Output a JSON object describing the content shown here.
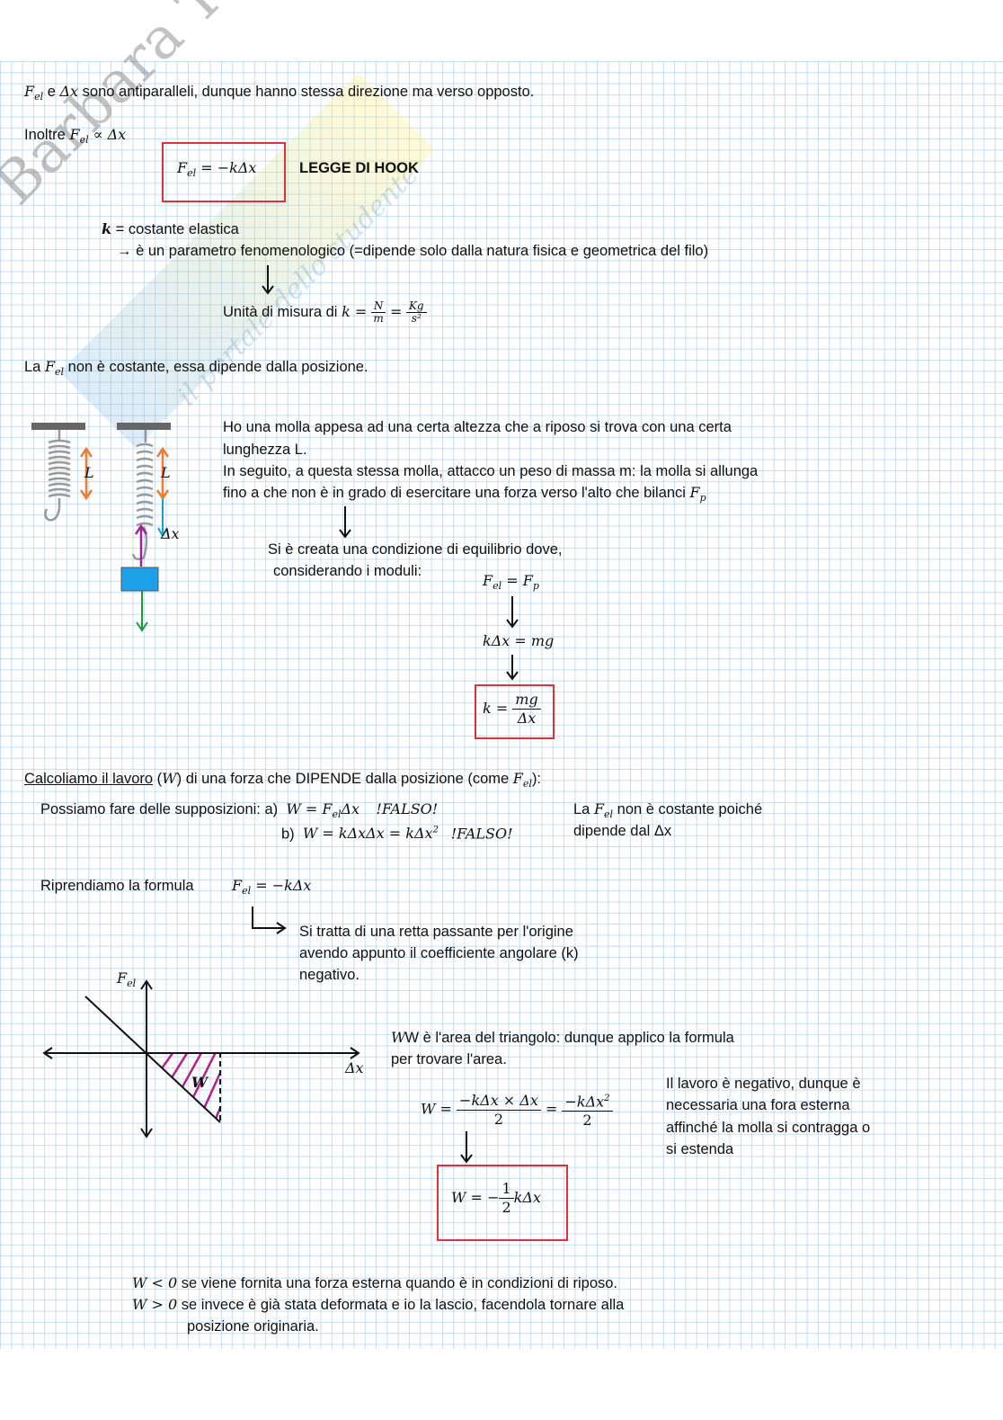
{
  "watermark": {
    "name": "Barbara Tornaghi",
    "sub": "il portale dello studente"
  },
  "line1": {
    "f": "F",
    "el": "el",
    "rest1": " e ",
    "dx": "Δx",
    "rest2": " sono antiparalleli, dunque hanno stessa direzione ma verso opposto."
  },
  "line2": {
    "pre": "Inoltre ",
    "f": "F",
    "el": "el",
    "rest": " ∝ Δx"
  },
  "hooke": {
    "f": "F",
    "el": "el",
    "eq": " = −kΔx",
    "label": "LEGGE DI HOOK"
  },
  "kdef": {
    "k": "k",
    "text": " = costante elastica",
    "param": "→ è un parametro fenomenologico (=dipende solo dalla natura fisica e geometrica del filo)"
  },
  "units": {
    "pre": "Unità di misura di ",
    "k": "k =",
    "n": "N",
    "m": "m",
    "eq": "=",
    "kg": "Kg",
    "s2": "s²"
  },
  "line_notconst": {
    "pre": "La ",
    "f": "F",
    "el": "el",
    "rest": " non è costante, essa dipende dalla posizione."
  },
  "spring_figure": {
    "L1": "L",
    "L2": "L",
    "dx": "Δx",
    "colors": {
      "length": "#ed7d31",
      "elongation": "#1aa0c8",
      "spring_force": "#a0209a",
      "weight": "#1a9a3a",
      "mass": "#1ea0e6"
    }
  },
  "spring_text": [
    "Ho una molla appesa ad una certa altezza che a riposo si trova con una certa",
    "lunghezza L.",
    "In seguito, a questa stessa molla, attacco un peso di massa m: la molla si allunga",
    "fino a che non è in grado di esercitare una forza verso l'alto che bilanci "
  ],
  "spring_fp": {
    "f": "F",
    "p": "p"
  },
  "equilibrium": {
    "l1": "Si è creata una condizione di equilibrio dove,",
    "l2": "considerando i moduli:",
    "eq1_f": "F",
    "eq1_el": "el",
    "eq1_mid": " = F",
    "eq1_p": "p",
    "eq2": "kΔx = mg",
    "eq3_k": "k =",
    "eq3_num": "mg",
    "eq3_den": "Δx"
  },
  "work": {
    "title_link": "Calcoliamo il lavoro",
    "title_rest1": " (",
    "w": "W",
    "title_rest2": ") di una forza che DIPENDE dalla posizione (come ",
    "f": "F",
    "el": "el",
    "title_rest3": "):",
    "supp": "Possiamo fare delle supposizioni: a)",
    "a_pre": "W = F",
    "a_el": "el",
    "a_post": "Δx",
    "a_false": "!FALSO!",
    "b_label": "b)",
    "b_eq": "W = kΔxΔx = kΔx",
    "b_sup": "2",
    "b_false": "!FALSO!",
    "note1_pre": "La ",
    "note1_f": "F",
    "note1_el": "el",
    "note1_post": " non è costante poiché",
    "note2": "dipende dal Δx"
  },
  "formula_again": {
    "pre": "Riprendiamo la formula",
    "f": "F",
    "el": "el",
    "eq": " = −kΔx"
  },
  "line_desc": [
    "Si tratta di una retta passante per l'origine",
    "avendo appunto il coefficiente angolare (k)",
    "negativo."
  ],
  "graph": {
    "ylabel_f": "F",
    "ylabel_el": "el",
    "xlabel": "Δx",
    "area_label": "W",
    "hatch_color": "#b0208a"
  },
  "area_text": [
    "W è l'area del triangolo: dunque applico la formula",
    "per trovare l'area."
  ],
  "area_formula": {
    "w": "W =",
    "num1": "−kΔx × Δx",
    "den1": "2",
    "eq": "=",
    "num2": "−kΔx",
    "sup2": "2",
    "den2": "2"
  },
  "result": {
    "w": "W = −",
    "num": "1",
    "den": "2",
    "post": "kΔx"
  },
  "negative_text": [
    "Il lavoro è negativo, dunque è",
    "necessaria una fora esterna",
    "affinché la molla si contragga o",
    "si estenda"
  ],
  "conclusion": [
    {
      "m": "W < 0",
      "t": " se viene fornita una forza esterna quando è in condizioni di riposo."
    },
    {
      "m": "W > 0",
      "t": " se invece è già stata deformata e io la lascio, facendola tornare alla"
    },
    {
      "t": "posizione originaria."
    }
  ]
}
